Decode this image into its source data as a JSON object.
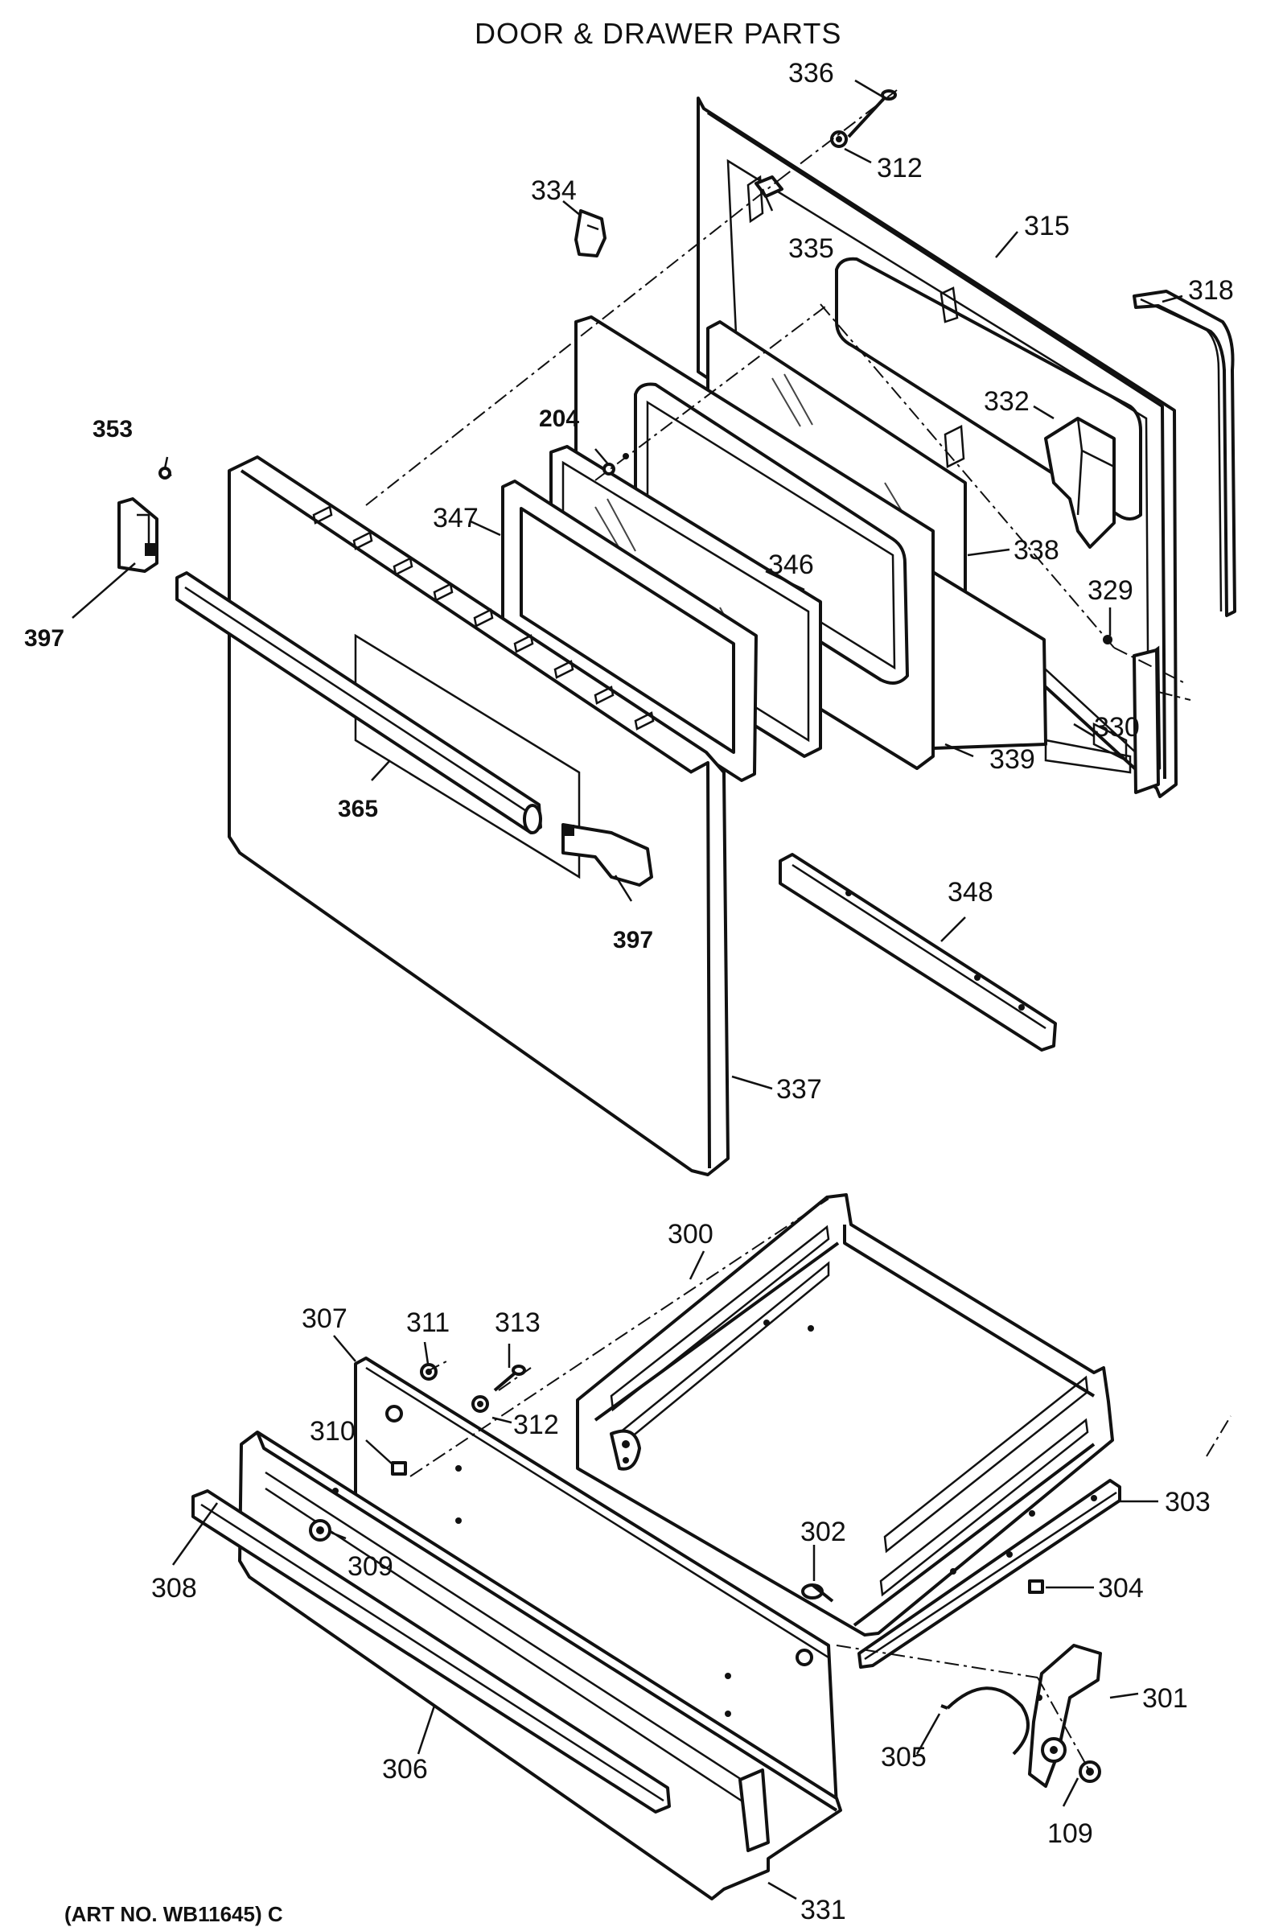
{
  "title": "DOOR & DRAWER PARTS",
  "art_number": "(ART NO. WB11645) C",
  "parts": {
    "p336": "336",
    "p312a": "312",
    "p334": "334",
    "p335": "335",
    "p315": "315",
    "p318": "318",
    "p353": "353",
    "p204": "204",
    "p332": "332",
    "p347": "347",
    "p346": "346",
    "p338": "338",
    "p397a": "397",
    "p329": "329",
    "p330": "330",
    "p339": "339",
    "p365": "365",
    "p397b": "397",
    "p348": "348",
    "p337": "337",
    "p300": "300",
    "p307": "307",
    "p311": "311",
    "p313": "313",
    "p312b": "312",
    "p310": "310",
    "p303": "303",
    "p309": "309",
    "p302": "302",
    "p308": "308",
    "p304": "304",
    "p301": "301",
    "p305": "305",
    "p306": "306",
    "p109": "109",
    "p331": "331"
  }
}
